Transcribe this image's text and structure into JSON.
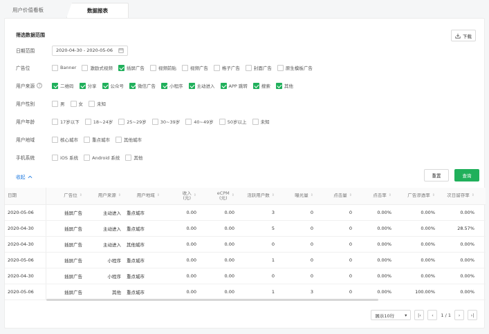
{
  "tabs": [
    "用户价值看板",
    "数据报表"
  ],
  "filter": {
    "title": "筛选数据范围",
    "download": "下载",
    "date_label": "日期范围",
    "date_value": "2020-04-30 - 2020-05-06",
    "ad_label": "广告位",
    "ad_options": [
      {
        "label": "Banner",
        "checked": false
      },
      {
        "label": "激励式视频",
        "checked": false
      },
      {
        "label": "插屏广告",
        "checked": true
      },
      {
        "label": "视频前贴",
        "checked": false
      },
      {
        "label": "视频广告",
        "checked": false
      },
      {
        "label": "格子广告",
        "checked": false
      },
      {
        "label": "封面广告",
        "checked": false
      },
      {
        "label": "原生模板广告",
        "checked": false
      }
    ],
    "source_label": "用户来源",
    "source_options": [
      {
        "label": "二维码",
        "checked": true
      },
      {
        "label": "分享",
        "checked": true
      },
      {
        "label": "公众号",
        "checked": true
      },
      {
        "label": "微信广告",
        "checked": true
      },
      {
        "label": "小程序",
        "checked": true
      },
      {
        "label": "主动进入",
        "checked": true
      },
      {
        "label": "APP 跳转",
        "checked": true
      },
      {
        "label": "搜索",
        "checked": true
      },
      {
        "label": "其他",
        "checked": true
      }
    ],
    "gender_label": "用户性别",
    "gender_options": [
      {
        "label": "男",
        "checked": false
      },
      {
        "label": "女",
        "checked": false
      },
      {
        "label": "未知",
        "checked": false
      }
    ],
    "age_label": "用户年龄",
    "age_options": [
      {
        "label": "17岁以下",
        "checked": false
      },
      {
        "label": "18~24岁",
        "checked": false
      },
      {
        "label": "25~29岁",
        "checked": false
      },
      {
        "label": "30~39岁",
        "checked": false
      },
      {
        "label": "40~49岁",
        "checked": false
      },
      {
        "label": "50岁以上",
        "checked": false
      },
      {
        "label": "未知",
        "checked": false
      }
    ],
    "region_label": "用户地域",
    "region_options": [
      {
        "label": "核心城市",
        "checked": false
      },
      {
        "label": "重点城市",
        "checked": false
      },
      {
        "label": "其他城市",
        "checked": false
      }
    ],
    "os_label": "手机系统",
    "os_options": [
      {
        "label": "iOS 系统",
        "checked": false
      },
      {
        "label": "Android 系统",
        "checked": false
      },
      {
        "label": "其他",
        "checked": false
      }
    ],
    "collapse": "收起",
    "reset": "重置",
    "query": "查询"
  },
  "table": {
    "columns": [
      "日期",
      "广告位",
      "用户来源",
      "用户地域",
      "收入\n(元)",
      "eCPM\n(元)",
      "活跃用户数",
      "曝光量",
      "点击量",
      "点击率",
      "广告渗透率",
      "次日留存率"
    ],
    "rows": [
      [
        "2020-05-06",
        "插屏广告",
        "主动进入",
        "重点城市",
        "0.00",
        "0.00",
        "3",
        "0",
        "0",
        "0.00%",
        "0.00%",
        "0.00%"
      ],
      [
        "2020-04-30",
        "插屏广告",
        "主动进入",
        "重点城市",
        "0.00",
        "0.00",
        "5",
        "0",
        "0",
        "0.00%",
        "0.00%",
        "28.57%"
      ],
      [
        "2020-04-30",
        "插屏广告",
        "主动进入",
        "其他城市",
        "0.00",
        "0.00",
        "0",
        "0",
        "0",
        "0.00%",
        "0.00%",
        "0.00%"
      ],
      [
        "2020-05-06",
        "插屏广告",
        "小程序",
        "重点城市",
        "0.00",
        "0.00",
        "1",
        "0",
        "0",
        "0.00%",
        "0.00%",
        "0.00%"
      ],
      [
        "2020-04-30",
        "插屏广告",
        "小程序",
        "重点城市",
        "0.00",
        "0.00",
        "0",
        "0",
        "0",
        "0.00%",
        "0.00%",
        "0.00%"
      ],
      [
        "2020-05-06",
        "插屏广告",
        "其他",
        "重点城市",
        "0.00",
        "0.00",
        "1",
        "3",
        "0",
        "0.00%",
        "100.00%",
        "0.00%"
      ]
    ]
  },
  "pager": {
    "page_size": "展示10行",
    "page_info": "1 / 1"
  },
  "colors": {
    "accent": "#20b05b",
    "link": "#1f7ae0"
  }
}
